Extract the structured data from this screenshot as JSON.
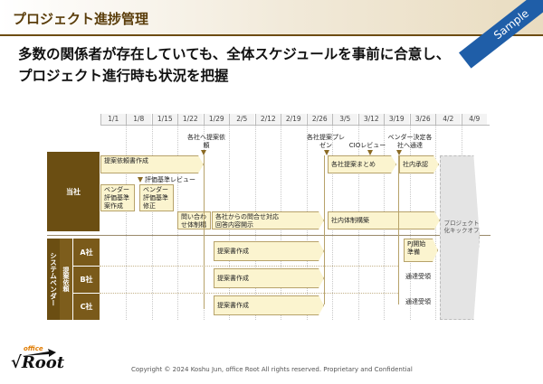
{
  "header": {
    "title": "プロジェクト進捗管理",
    "sample_label": "Sample"
  },
  "headline": {
    "line1": "多数の関係者が存在していても、全体スケジュールを事前に合意し、",
    "line2": "プロジェクト進行時も状況を把握"
  },
  "calendar": {
    "weeks": [
      "1/1",
      "1/8",
      "1/15",
      "1/22",
      "1/29",
      "2/5",
      "2/12",
      "2/19",
      "2/26",
      "3/5",
      "3/12",
      "3/19",
      "3/26",
      "4/2",
      "4/9"
    ]
  },
  "roles": {
    "touha": "当社",
    "vendor_main": "システムベンダー",
    "vendor_sub": "提案依頼",
    "vendor_a": "A社",
    "vendor_b": "B社",
    "vendor_c": "C社"
  },
  "tasks": {
    "rfp_create": "提案依頼書作成",
    "eval_review": "評価基準レビュー",
    "vendor_eval_create": "ベンダー評価基準案作成",
    "vendor_eval_fix": "ベンダー評価基準修正",
    "qa_setup": "問い合わせ体制構築",
    "qa_response": "各社からの問合せ対応",
    "answer_disclose": "回答内容開示",
    "proposal_summary": "各社提案まとめ",
    "internal_approval": "社内承認",
    "internal_setup": "社内体制構築",
    "proposal_a": "提案書作成",
    "proposal_b": "提案書作成",
    "proposal_c": "提案書作成",
    "pj_start": "PJ開始準備",
    "notify_b": "通達受領",
    "notify_c": "通達受領",
    "kickoff": "プロジェクト化キックオフ"
  },
  "milestones": {
    "send_rfp": "各社へ提案依頼",
    "presentations": "各社提案プレゼン",
    "cio_review": "CIOレビュー",
    "vendor_decision": "ベンダー決定各社へ通達"
  },
  "footer": {
    "copyright": "Copyright © 2024 Koshu Jun, office Root All rights reserved. Proprietary and Confidential",
    "logo_small": "office",
    "logo_main": "√Root"
  }
}
